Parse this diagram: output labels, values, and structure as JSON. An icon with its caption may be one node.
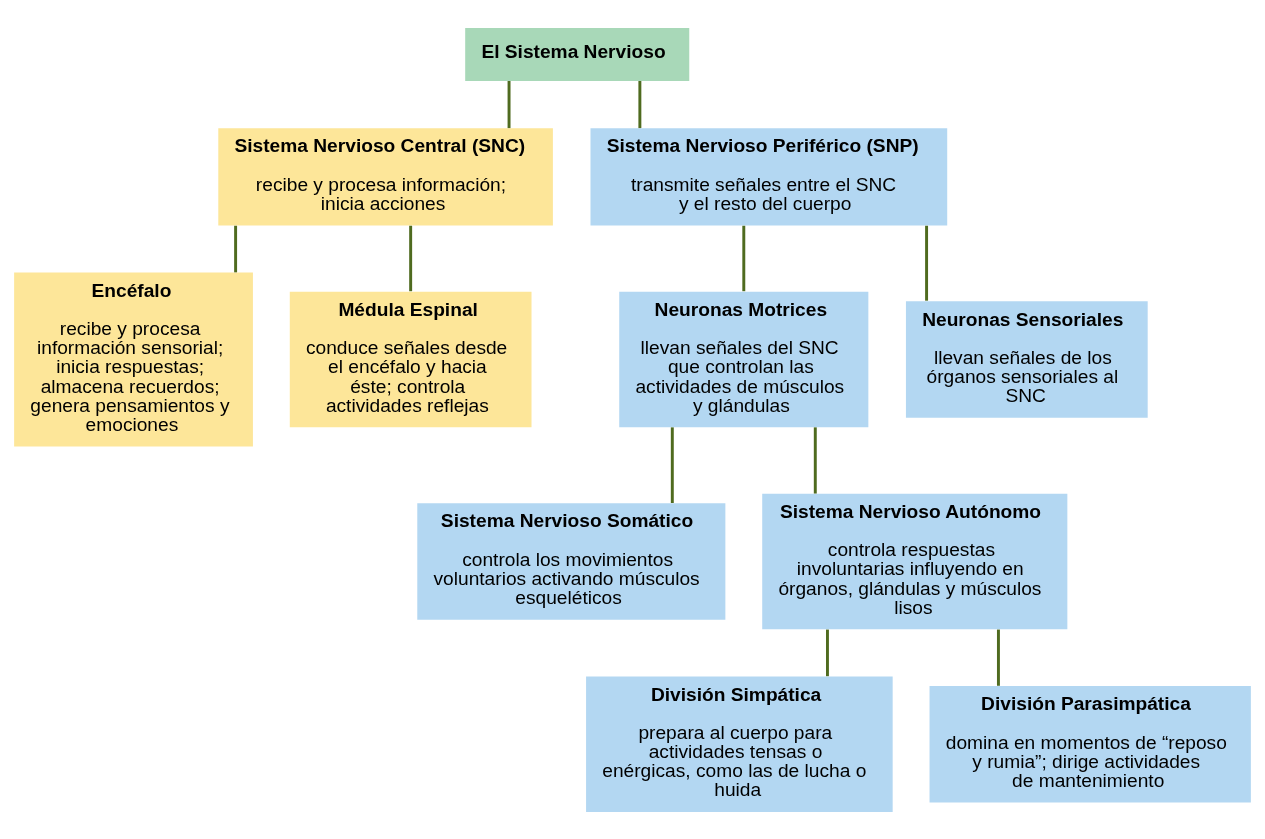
{
  "diagram": {
    "nodes": [
      {
        "text": [
          "El Sistema Nervioso"
        ]
      },
      {
        "text": [
          "Sistema Nervioso Central (SNC)",
          "recibe y procesa información; inicia acciones"
        ]
      },
      {
        "text": [
          "Sistema Nervioso Periférico (SNP)",
          "transmite señales entre el SNC y el resto del cuerpo"
        ]
      },
      {
        "text": [
          "Encéfalo",
          "recibe y procesa información sensorial; inicia respuestas; almacena recuerdos; genera pensamientos y emociones"
        ]
      },
      {
        "text": [
          "Médula Espinal",
          "conduce señales desde el encéfalo y hacia éste; controla actividades reflejas"
        ]
      },
      {
        "text": [
          "Neuronas Motrices",
          "llevan señales del SNC que controlan las actividades de músculos y glándulas"
        ]
      },
      {
        "text": [
          "Neuronas Sensoriales",
          "llevan señales de los órganos sensoriales al SNC"
        ]
      },
      {
        "text": [
          "Sistema Nervioso Somático",
          "controla los movimientos voluntarios activando músculos esqueléticos"
        ]
      },
      {
        "text": [
          "Sistema Nervioso Autónomo",
          "controla respuestas involuntarias influyendo en órganos, glándulas y músculos lisos"
        ]
      },
      {
        "text": [
          "División Simpática",
          "prepara al cuerpo para actividades tensas o enérgicas, como las de lucha o huida"
        ]
      },
      {
        "text": [
          "División Parasimpática",
          "domina en momentos de “reposo y rumia”; dirige actividades de mantenimiento"
        ]
      }
    ],
    "edges": [
      {
        "from": 0,
        "to": 1,
        "arrow": "none"
      },
      {
        "from": 0,
        "to": 2,
        "arrow": "none"
      },
      {
        "from": 1,
        "to": 3,
        "arrow": "none"
      },
      {
        "from": 1,
        "to": 4,
        "arrow": "none"
      },
      {
        "from": 2,
        "to": 5,
        "arrow": "none"
      },
      {
        "from": 2,
        "to": 6,
        "arrow": "none"
      },
      {
        "from": 5,
        "to": 7,
        "arrow": "none"
      },
      {
        "from": 5,
        "to": 8,
        "arrow": "none"
      },
      {
        "from": 8,
        "to": 9,
        "arrow": "none"
      },
      {
        "from": 8,
        "to": 10,
        "arrow": "none"
      }
    ]
  }
}
